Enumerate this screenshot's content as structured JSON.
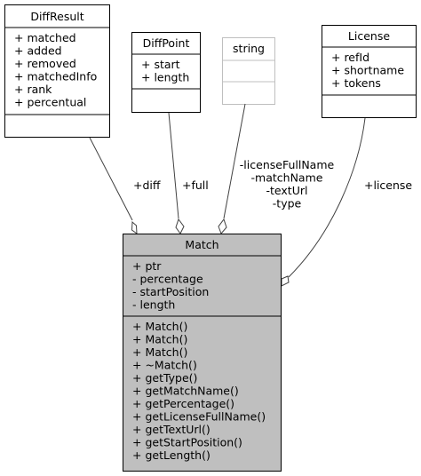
{
  "classes": {
    "diffresult": {
      "name": "DiffResult",
      "attributes": [
        "+ matched",
        "+ added",
        "+ removed",
        "+ matchedInfo",
        "+ rank",
        "+ percentual"
      ],
      "methods": []
    },
    "diffpoint": {
      "name": "DiffPoint",
      "attributes": [
        "+ start",
        "+ length"
      ],
      "methods": []
    },
    "string": {
      "name": "string",
      "attributes": [],
      "methods": []
    },
    "license": {
      "name": "License",
      "attributes": [
        "+ refId",
        "+ shortname",
        "+ tokens"
      ],
      "methods": []
    },
    "match": {
      "name": "Match",
      "attributes": [
        "+ ptr",
        "- percentage",
        "- startPosition",
        "- length"
      ],
      "methods": [
        "+ Match()",
        "+ Match()",
        "+ Match()",
        "+ ~Match()",
        "+ getType()",
        "+ getMatchName()",
        "+ getPercentage()",
        "+ getLicenseFullName()",
        "+ getTextUrl()",
        "+ getStartPosition()",
        "+ getLength()"
      ]
    }
  },
  "edges": {
    "diff": "+diff",
    "full": "+full",
    "string_roles": [
      "-licenseFullName",
      "-matchName",
      "-textUrl",
      "-type"
    ],
    "license": "+license"
  },
  "colors": {
    "match_fill": "#bfbfbf",
    "string_border": "#bfbfbf",
    "edge_stroke": "#404040"
  }
}
